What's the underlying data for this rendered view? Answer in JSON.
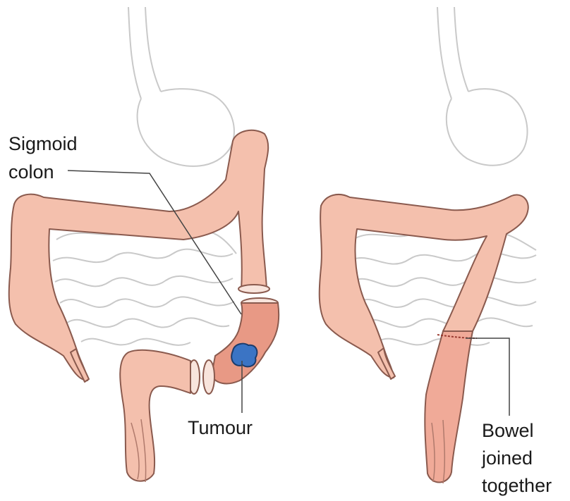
{
  "labels": {
    "sigmoid_line1": "Sigmoid",
    "sigmoid_line2": "colon",
    "tumour": "Tumour",
    "bowel_line1": "Bowel",
    "bowel_line2": "joined",
    "bowel_line3": "together"
  },
  "colors": {
    "colon_fill": "#f4c0ad",
    "colon_stroke": "#8a5a4e",
    "affected_segment": "#e89985",
    "tumour": "#3b74c4",
    "organ_outline": "#c9c9c9",
    "leader_line": "#444444",
    "text": "#1a1a1a"
  }
}
